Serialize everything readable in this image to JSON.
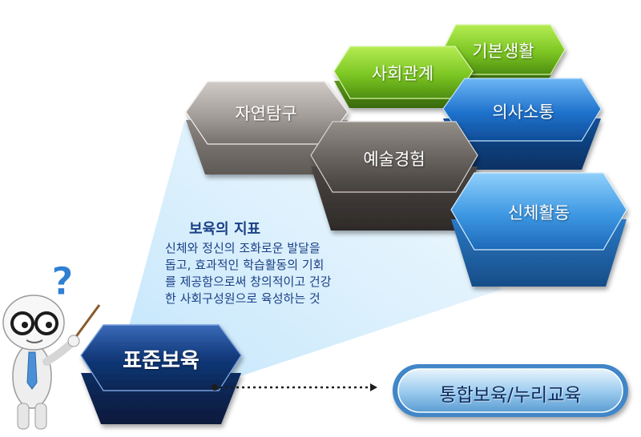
{
  "hexagons": {
    "basic_life": "기본생활",
    "social": "사회관계",
    "nature": "자연탐구",
    "communication": "의사소통",
    "art": "예술경험",
    "physical": "신체활동"
  },
  "center": {
    "label": "표준보육"
  },
  "goal": {
    "title": "보육의 지표",
    "lines": [
      "신체와 정신의 조화로운 발달을",
      "돕고, 효과적인 학습활동의 기회",
      "를 제공함으로써 창의적이고 건강",
      "한 사회구성원으로 육성하는 것"
    ]
  },
  "target": {
    "label": "통합보육/누리교육"
  },
  "colors": {
    "green": "#7cc623",
    "gray": "#a49e9a",
    "dark_gray": "#65605c",
    "blue": "#1f72cc",
    "navy": "#12397a",
    "text": "#1a3f86"
  },
  "icons": {
    "character": "question-mascot-icon"
  }
}
